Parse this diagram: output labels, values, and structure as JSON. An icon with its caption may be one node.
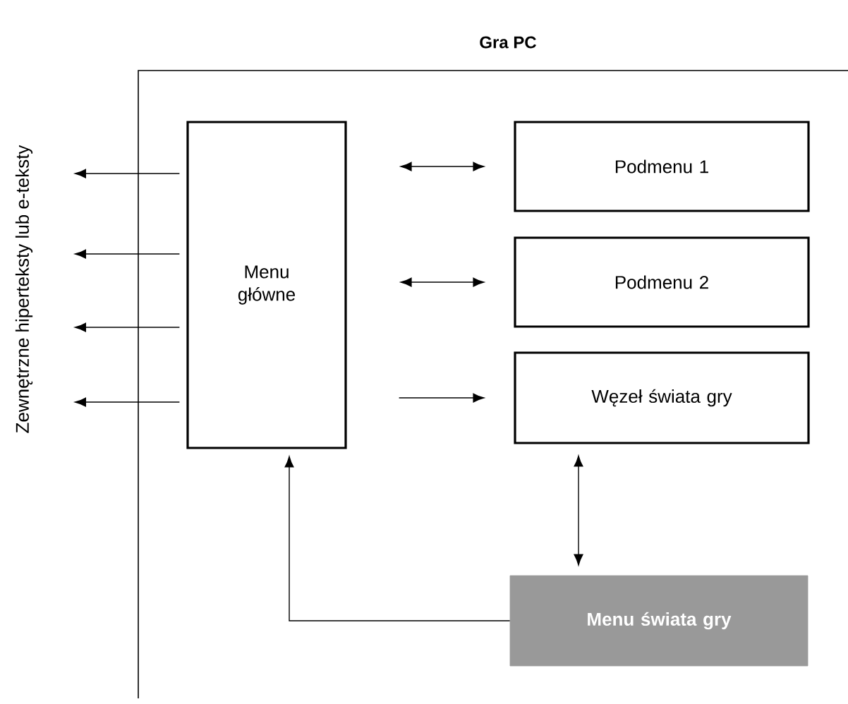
{
  "diagram": {
    "title": "Gra PC",
    "nodes": [
      {
        "text": [
          "Menu główne"
        ]
      },
      {
        "text": [
          "Podmenu 1"
        ]
      },
      {
        "text": [
          "Podmenu 2"
        ]
      },
      {
        "text": [
          "Węzeł świata gry"
        ]
      },
      {
        "text": [
          "Menu świata gry"
        ]
      }
    ],
    "edges": [
      {
        "from": 0,
        "to": null,
        "arrow": "to"
      },
      {
        "from": 0,
        "to": null,
        "arrow": "to"
      },
      {
        "from": 0,
        "to": null,
        "arrow": "to"
      },
      {
        "from": 0,
        "to": null,
        "arrow": "to"
      },
      {
        "from": 0,
        "to": 1,
        "arrow": "both"
      },
      {
        "from": 0,
        "to": 2,
        "arrow": "both"
      },
      {
        "from": 0,
        "to": 3,
        "arrow": "to"
      },
      {
        "from": 3,
        "to": 4,
        "arrow": "both"
      },
      {
        "from": 4,
        "to": 0,
        "arrow": "to"
      }
    ],
    "labels": [
      "Zewnętrzne hiperteksty lub e-teksty"
    ]
  }
}
